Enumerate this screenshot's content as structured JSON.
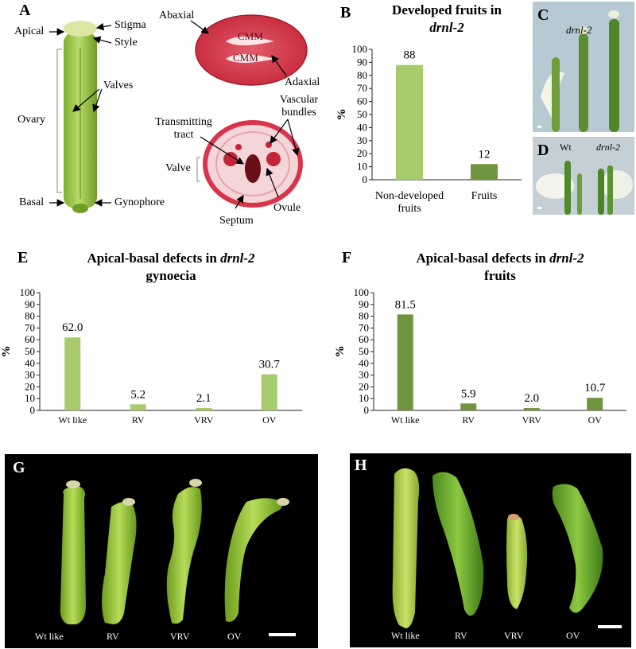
{
  "colors": {
    "light_green": "#a8cc6c",
    "dark_green": "#6f963e",
    "tissue_red": "#d8344a",
    "photo_black": "#000000"
  },
  "panel_a": {
    "letter": "A",
    "labels": {
      "apical": "Apical",
      "stigma": "Stigma",
      "style": "Style",
      "ovary": "Ovary",
      "valves": "Valves",
      "basal": "Basal",
      "gynophore": "Gynophore",
      "abaxial": "Abaxial",
      "adaxial": "Adaxial",
      "cmm1": "CMM",
      "cmm2": "CMM",
      "transmitting_tract": "Transmitting tract",
      "vascular_bundles": "Vascular bundles",
      "valve": "Valve",
      "ovule": "Ovule",
      "septum": "Septum"
    }
  },
  "panel_c": {
    "letter": "C",
    "caption": "drnl-2"
  },
  "panel_d": {
    "letter": "D",
    "caption_wt": "Wt",
    "caption_mut": "drnl-2"
  },
  "panel_g": {
    "letter": "G",
    "labels": [
      "Wt like",
      "RV",
      "VRV",
      "OV"
    ]
  },
  "panel_h": {
    "letter": "H",
    "labels": [
      "Wt like",
      "RV",
      "VRV",
      "OV"
    ]
  },
  "chart_data": [
    {
      "id": "B",
      "letter": "B",
      "type": "bar",
      "title_prefix": "Developed fruits in",
      "title_italic": "drnl-2",
      "ylabel": "%",
      "ylim": [
        0,
        100
      ],
      "yticks": [
        0,
        10,
        20,
        30,
        40,
        50,
        60,
        70,
        80,
        90,
        100
      ],
      "categories": [
        [
          "Non-developed",
          "fruits"
        ],
        [
          "Fruits"
        ]
      ],
      "values": [
        88,
        12
      ],
      "value_labels": [
        "88",
        "12"
      ],
      "bar_colors": [
        "#a8cc6c",
        "#6f963e"
      ]
    },
    {
      "id": "E",
      "letter": "E",
      "type": "bar",
      "title_prefix": "Apical-basal defects in",
      "title_italic": "drnl-2",
      "title_line2": "gynoecia",
      "ylabel": "%",
      "ylim": [
        0,
        100
      ],
      "yticks": [
        0,
        10,
        20,
        30,
        40,
        50,
        60,
        70,
        80,
        90,
        100
      ],
      "categories": [
        "Wt like",
        "RV",
        "VRV",
        "OV"
      ],
      "values": [
        62.0,
        5.2,
        2.1,
        30.7
      ],
      "value_labels": [
        "62.0",
        "5.2",
        "2.1",
        "30.7"
      ],
      "bar_colors": [
        "#a8cc6c",
        "#a8cc6c",
        "#a8cc6c",
        "#a8cc6c"
      ]
    },
    {
      "id": "F",
      "letter": "F",
      "type": "bar",
      "title_prefix": "Apical-basal defects in",
      "title_italic": "drnl-2",
      "title_line2": "fruits",
      "ylabel": "%",
      "ylim": [
        0,
        100
      ],
      "yticks": [
        0,
        10,
        20,
        30,
        40,
        50,
        60,
        70,
        80,
        90,
        100
      ],
      "categories": [
        "Wt like",
        "RV",
        "VRV",
        "OV"
      ],
      "values": [
        81.5,
        5.9,
        2.0,
        10.7
      ],
      "value_labels": [
        "81.5",
        "5.9",
        "2.0",
        "10.7"
      ],
      "bar_colors": [
        "#6f963e",
        "#6f963e",
        "#6f963e",
        "#6f963e"
      ]
    }
  ]
}
